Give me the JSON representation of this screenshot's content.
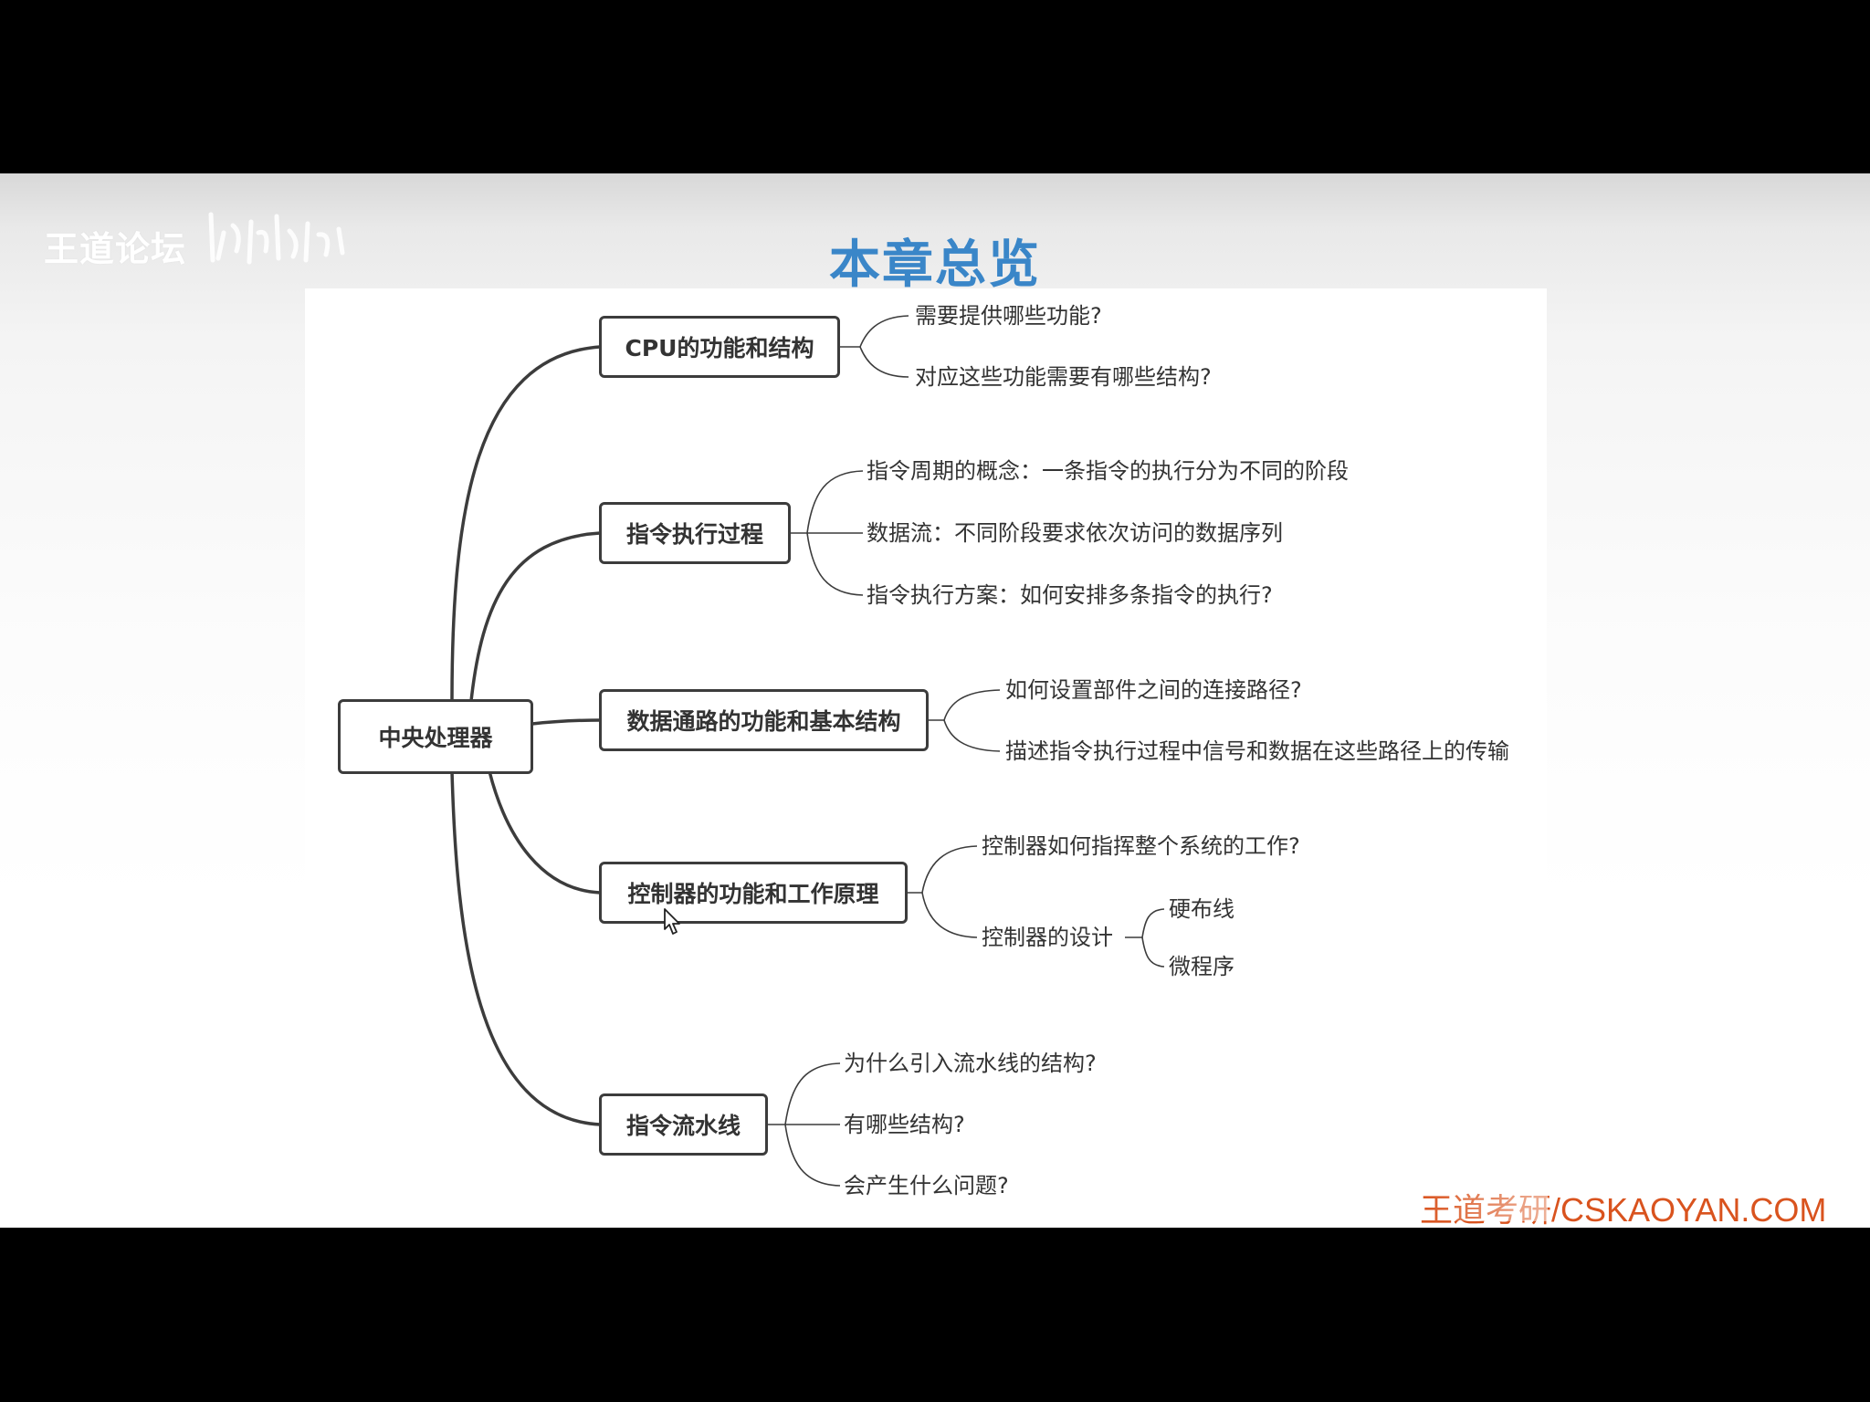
{
  "forum_logo": "王道论坛",
  "title": "本章总览",
  "root": "中央处理器",
  "branches": [
    {
      "label": "CPU的功能和结构",
      "leaves": [
        "需要提供哪些功能?",
        "对应这些功能需要有哪些结构?"
      ]
    },
    {
      "label": "指令执行过程",
      "leaves": [
        "指令周期的概念：一条指令的执行分为不同的阶段",
        "数据流：不同阶段要求依次访问的数据序列",
        "指令执行方案：如何安排多条指令的执行?"
      ]
    },
    {
      "label": "数据通路的功能和基本结构",
      "leaves": [
        "如何设置部件之间的连接路径?",
        "描述指令执行过程中信号和数据在这些路径上的传输"
      ]
    },
    {
      "label": "控制器的功能和工作原理",
      "leaves": [
        "控制器如何指挥整个系统的工作?",
        "控制器的设计"
      ],
      "sub_leaves": [
        "硬布线",
        "微程序"
      ]
    },
    {
      "label": "指令流水线",
      "leaves": [
        "为什么引入流水线的结构?",
        "有哪些结构?",
        "会产生什么问题?"
      ]
    }
  ],
  "watermark": "王道考研/CSKAOYAN.COM",
  "colors": {
    "title": "#3a86c8",
    "line": "#3c3c3c",
    "watermark": "#d9531e"
  }
}
